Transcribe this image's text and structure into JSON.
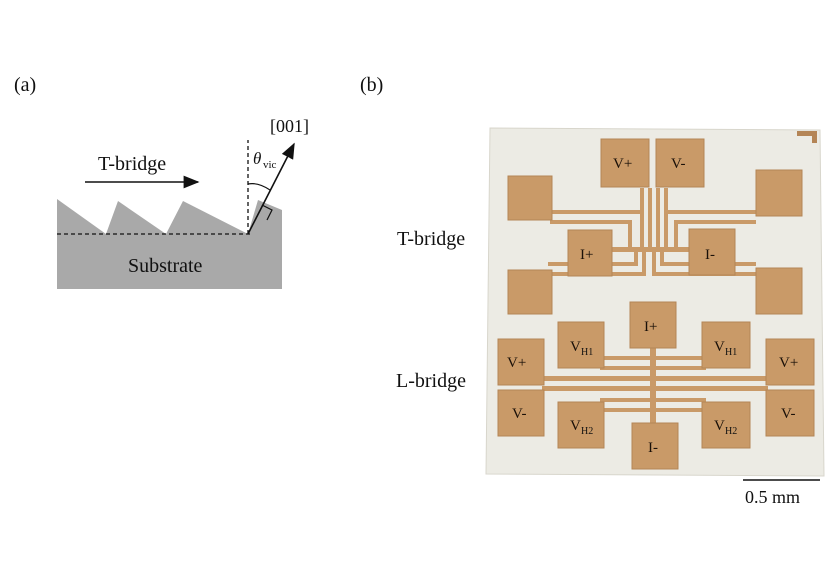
{
  "panel_a": {
    "label": "(a)",
    "arrow_label": "T-bridge",
    "direction_label": "[001]",
    "theta_symbol": "θ",
    "theta_subscript": "vic",
    "substrate_label": "Substrate"
  },
  "panel_b": {
    "label": "(b)",
    "t_bridge_label": "T-bridge",
    "l_bridge_label": "L-bridge",
    "scale_label": "0.5 mm",
    "pads": {
      "t_v_plus": "V+",
      "t_v_minus": "V-",
      "t_i_plus": "I+",
      "t_i_minus": "I-",
      "l_i_plus": "I+",
      "l_i_minus": "I-",
      "l_v_plus_left": "V+",
      "l_v_minus_left": "V-",
      "l_v_plus_right": "V+",
      "l_v_minus_right": "V-",
      "vh_main": "V",
      "vh1_sub": "H1",
      "vh2_sub": "H2"
    }
  },
  "colors": {
    "pad": "#c99a68",
    "chip_background": "#ecebe4",
    "substrate_gray": "#a9a9a9"
  }
}
